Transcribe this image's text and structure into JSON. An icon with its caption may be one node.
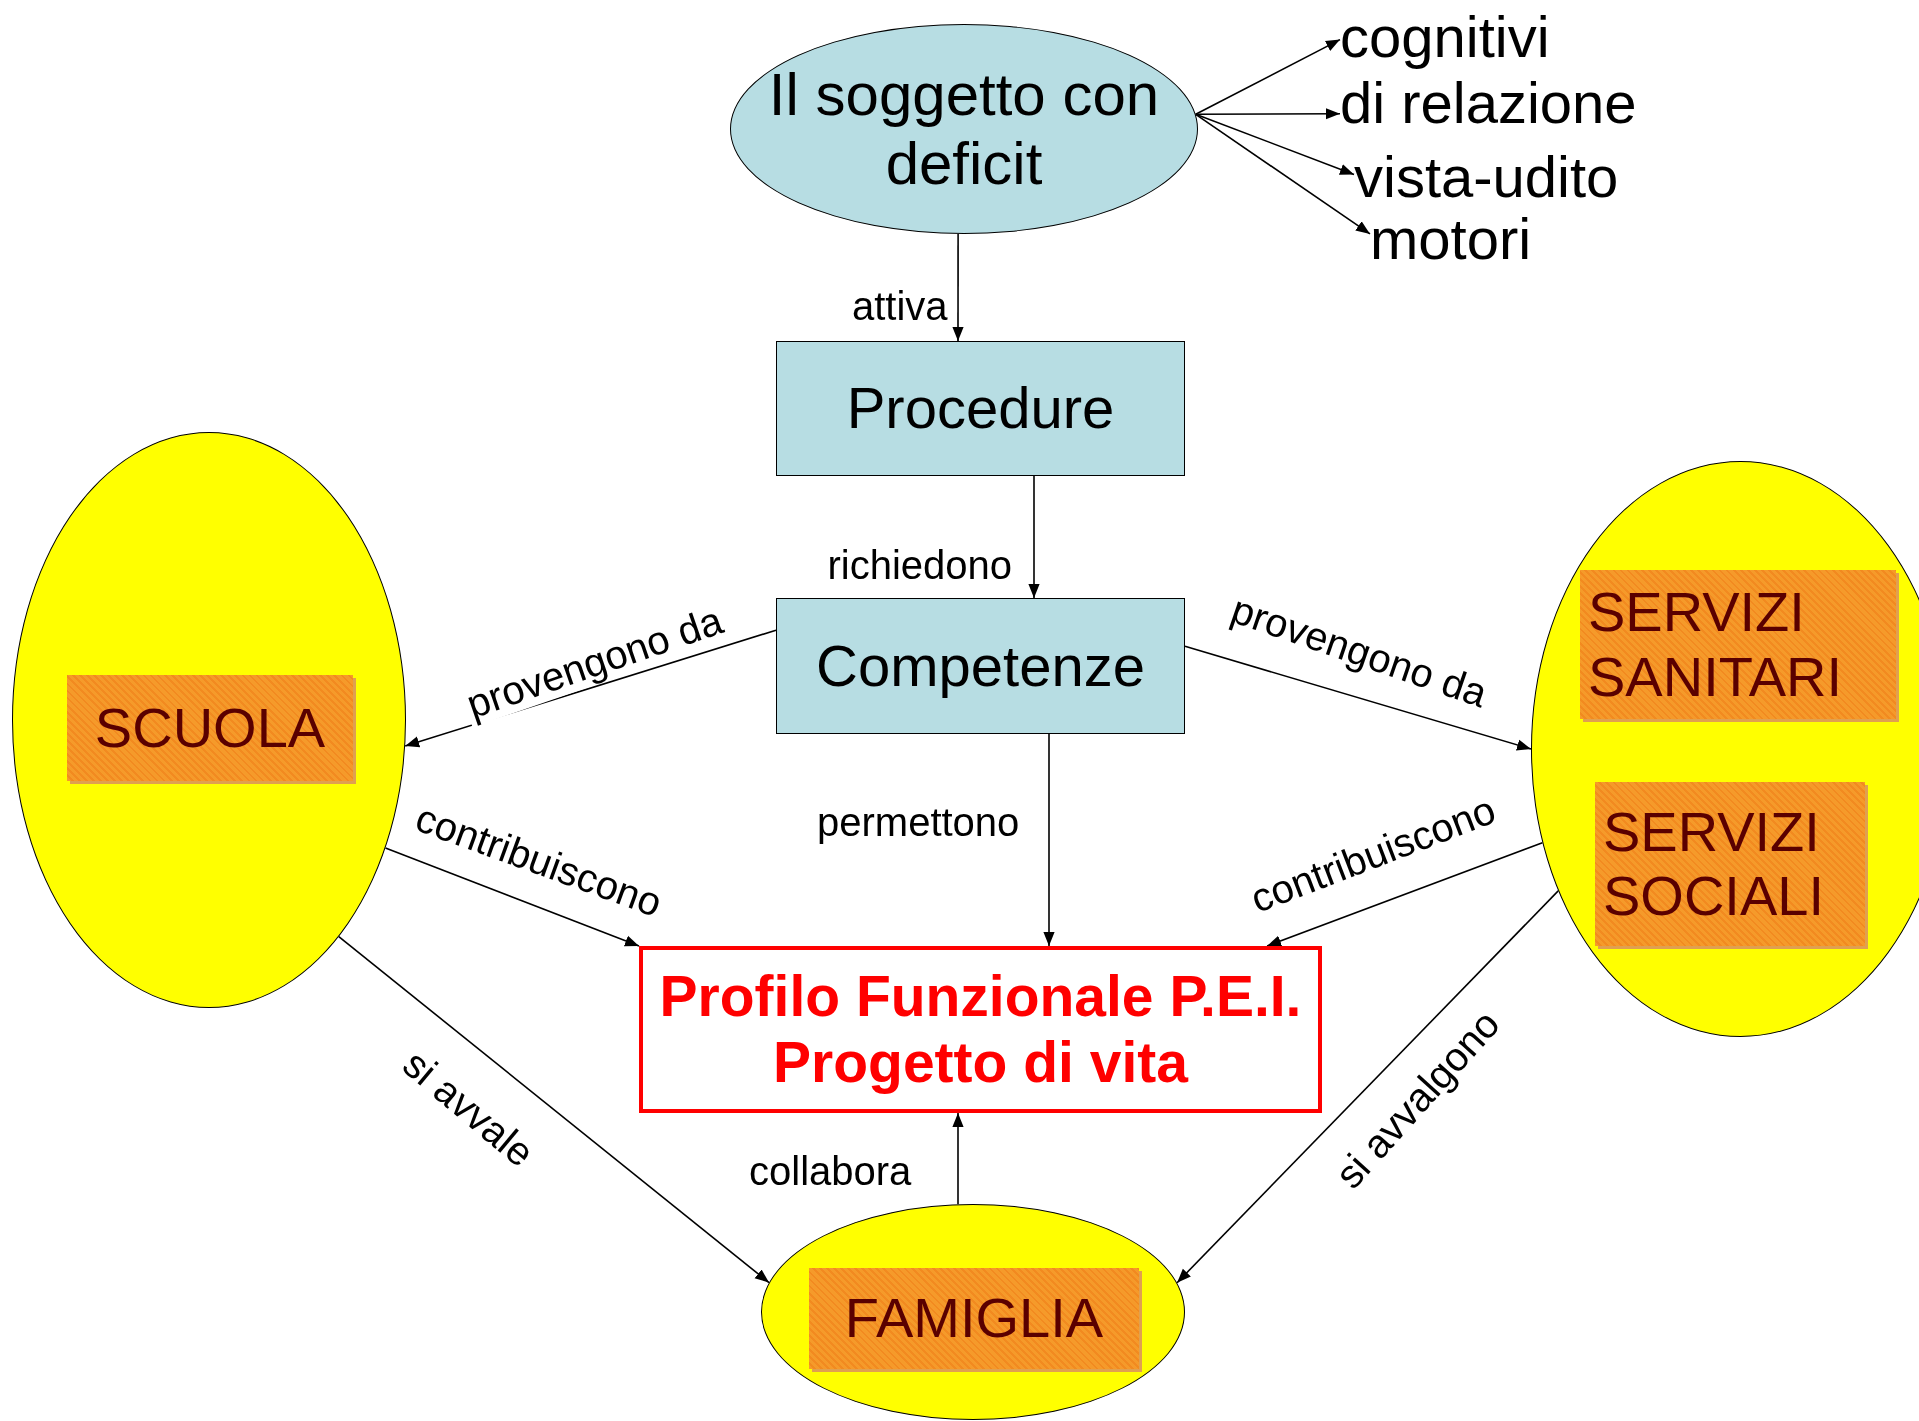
{
  "diagram": {
    "nodes": [
      {
        "text": [
          "Il soggetto con deficit"
        ]
      },
      {
        "text": [
          "cognitivi"
        ]
      },
      {
        "text": [
          "di relazione"
        ]
      },
      {
        "text": [
          "vista-udito"
        ]
      },
      {
        "text": [
          "motori"
        ]
      },
      {
        "text": [
          "Procedure"
        ]
      },
      {
        "text": [
          "Competenze"
        ]
      },
      {
        "text": [],
        "shape": "circle"
      },
      {
        "text": [
          "SCUOLA"
        ],
        "in": 7
      },
      {
        "text": [],
        "shape": "circle"
      },
      {
        "text": [
          "SERVIZI SANITARI"
        ],
        "in": 9
      },
      {
        "text": [
          "SERVIZI SOCIALI"
        ],
        "in": 9
      },
      {
        "text": [
          "Profilo Funzionale P.E.I. Progetto di vita"
        ]
      },
      {
        "text": [],
        "shape": "circle"
      },
      {
        "text": [
          "FAMIGLIA"
        ],
        "in": 13
      }
    ],
    "edges": [
      {
        "from": 0,
        "to": 1,
        "arrow": "to"
      },
      {
        "from": 0,
        "to": 2,
        "arrow": "to"
      },
      {
        "from": 0,
        "to": 3,
        "arrow": "to"
      },
      {
        "from": 0,
        "to": 4,
        "arrow": "to"
      },
      {
        "from": 0,
        "to": 5,
        "arrow": "to",
        "label": "attiva"
      },
      {
        "from": 5,
        "to": 6,
        "arrow": "to",
        "label": "richiedono"
      },
      {
        "from": 6,
        "to": 7,
        "arrow": "to",
        "label": "provengono da"
      },
      {
        "from": 6,
        "to": 9,
        "arrow": "to",
        "label": "provengono da"
      },
      {
        "from": 6,
        "to": 12,
        "arrow": "to",
        "label": "permettono"
      },
      {
        "from": 7,
        "to": 12,
        "arrow": "to",
        "label": "contribuiscono"
      },
      {
        "from": 9,
        "to": 12,
        "arrow": "to",
        "label": "contribuiscono"
      },
      {
        "from": 7,
        "to": 13,
        "arrow": "to",
        "label": "si avvale"
      },
      {
        "from": 9,
        "to": 13,
        "arrow": "to",
        "label": "si avvalgono"
      },
      {
        "from": 13,
        "to": 12,
        "arrow": "to",
        "label": "collabora"
      }
    ]
  }
}
